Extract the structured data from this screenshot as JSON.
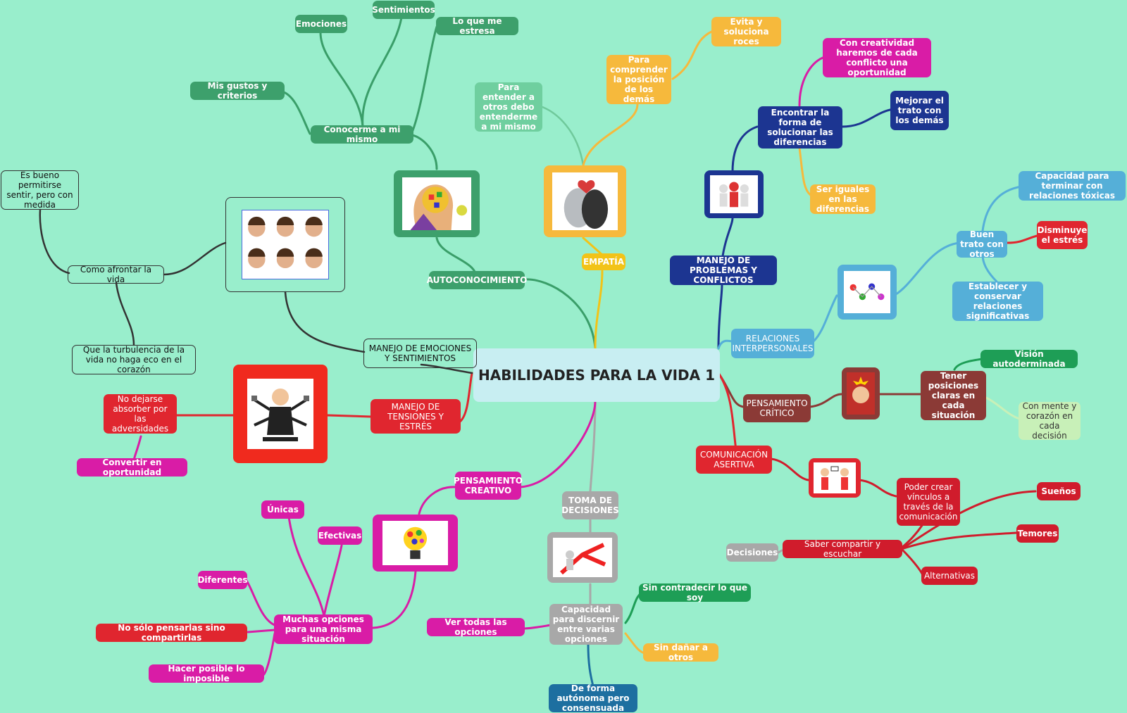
{
  "central": "HABILIDADES PARA LA VIDA 1",
  "colors": {
    "background": "#99eecc",
    "green": "#3da06c",
    "yellow": "#f6b93c",
    "navy": "#1c3591",
    "blue": "#55afd8",
    "red": "#e0262f",
    "magenta": "#d91ca6",
    "gray": "#a8a8a8",
    "brown": "#8b3a36"
  },
  "branches": {
    "autoconocimiento": {
      "label": "AUTOCONOCIMIENTO",
      "conocerme": "Conocerme a mi mismo",
      "emociones": "Emociones",
      "sentimientos": "Sentimientos",
      "estresa": "Lo que me estresa",
      "gustos": "Mis gustos y criterios",
      "image": "person-thinking-puzzle-image"
    },
    "empatia": {
      "label": "EMPATÍA",
      "entender": "Para entender a otros debo entenderme a mi mismo",
      "comprender": "Para comprender la posición de los demás",
      "evita": "Evita y soluciona roces",
      "image": "couple-heart-image"
    },
    "problemas": {
      "label": "MANEJO DE PROBLEMAS Y CONFLICTOS",
      "encontrar": "Encontrar la forma de solucionar las diferencias",
      "creatividad": "Con creatividad haremos de cada conflicto una oportunidad",
      "mejorar": "Mejorar el trato con los demás",
      "iguales": "Ser iguales en las diferencias",
      "image": "figures-puzzle-image"
    },
    "relaciones": {
      "label": "RELACIONES INTERPERSONALES",
      "buen_trato": "Buen trato con otros",
      "capacidad": "Capacidad para terminar con relaciones tóxicas",
      "disminuye": "Disminuye el estrés",
      "establecer": "Establecer y conservar relaciones significativas",
      "image": "network-people-image"
    },
    "critico": {
      "label": "PENSAMIENTO CRÍTICO",
      "tener": "Tener posiciones claras en cada situación",
      "vision": "Visión autoderminada",
      "mente": "Con mente y corazón en cada decisión",
      "image": "idea-head-image"
    },
    "asertiva": {
      "label": "COMUNICACIÓN ASERTIVA",
      "poder": "Poder crear vínculos a través de la comunicación",
      "saber": "Saber compartir y escuchar",
      "suenos": "Sueños",
      "temores": "Temores",
      "alternativas": "Alternativas",
      "decisiones": "Decisiones",
      "image": "two-people-talking-image"
    },
    "decisiones": {
      "label": "TOMA DE DECISIONES",
      "capacidad": "Capacidad para discernir entre varias opciones",
      "ver": "Ver todas las opciones",
      "sin_contradecir": "Sin contradecir lo que soy",
      "sin_danar": "Sin dañar a otros",
      "autonoma": "De forma autónoma pero consensuada",
      "image": "crossroads-arrows-image"
    },
    "creativo": {
      "label": "PENSAMIENTO CREATIVO",
      "muchas": "Muchas opciones para una misma situación",
      "unicas": "Únicas",
      "efectivas": "Efectivas",
      "diferentes": "Diferentes",
      "no_solo": "No sólo pensarlas sino compartirlas",
      "hacer": "Hacer posible lo imposible",
      "image": "lightbulb-icons-image"
    },
    "tensiones": {
      "label": "MANEJO DE TENSIONES Y ESTRÉS",
      "no_dejarse": "No dejarse absorber por las adversidades",
      "convertir": "Convertir en oportunidad",
      "image": "multitasking-man-image"
    },
    "emociones": {
      "label": "MANEJO DE EMOCIONES Y SENTIMIENTOS",
      "afrontar": "Como afrontar la vida",
      "es_bueno": "Es bueno permitirse sentir, pero con medida",
      "turbulencia": "Que la turbulencia de la vida no haga eco en el corazón",
      "image": "six-faces-image"
    }
  }
}
